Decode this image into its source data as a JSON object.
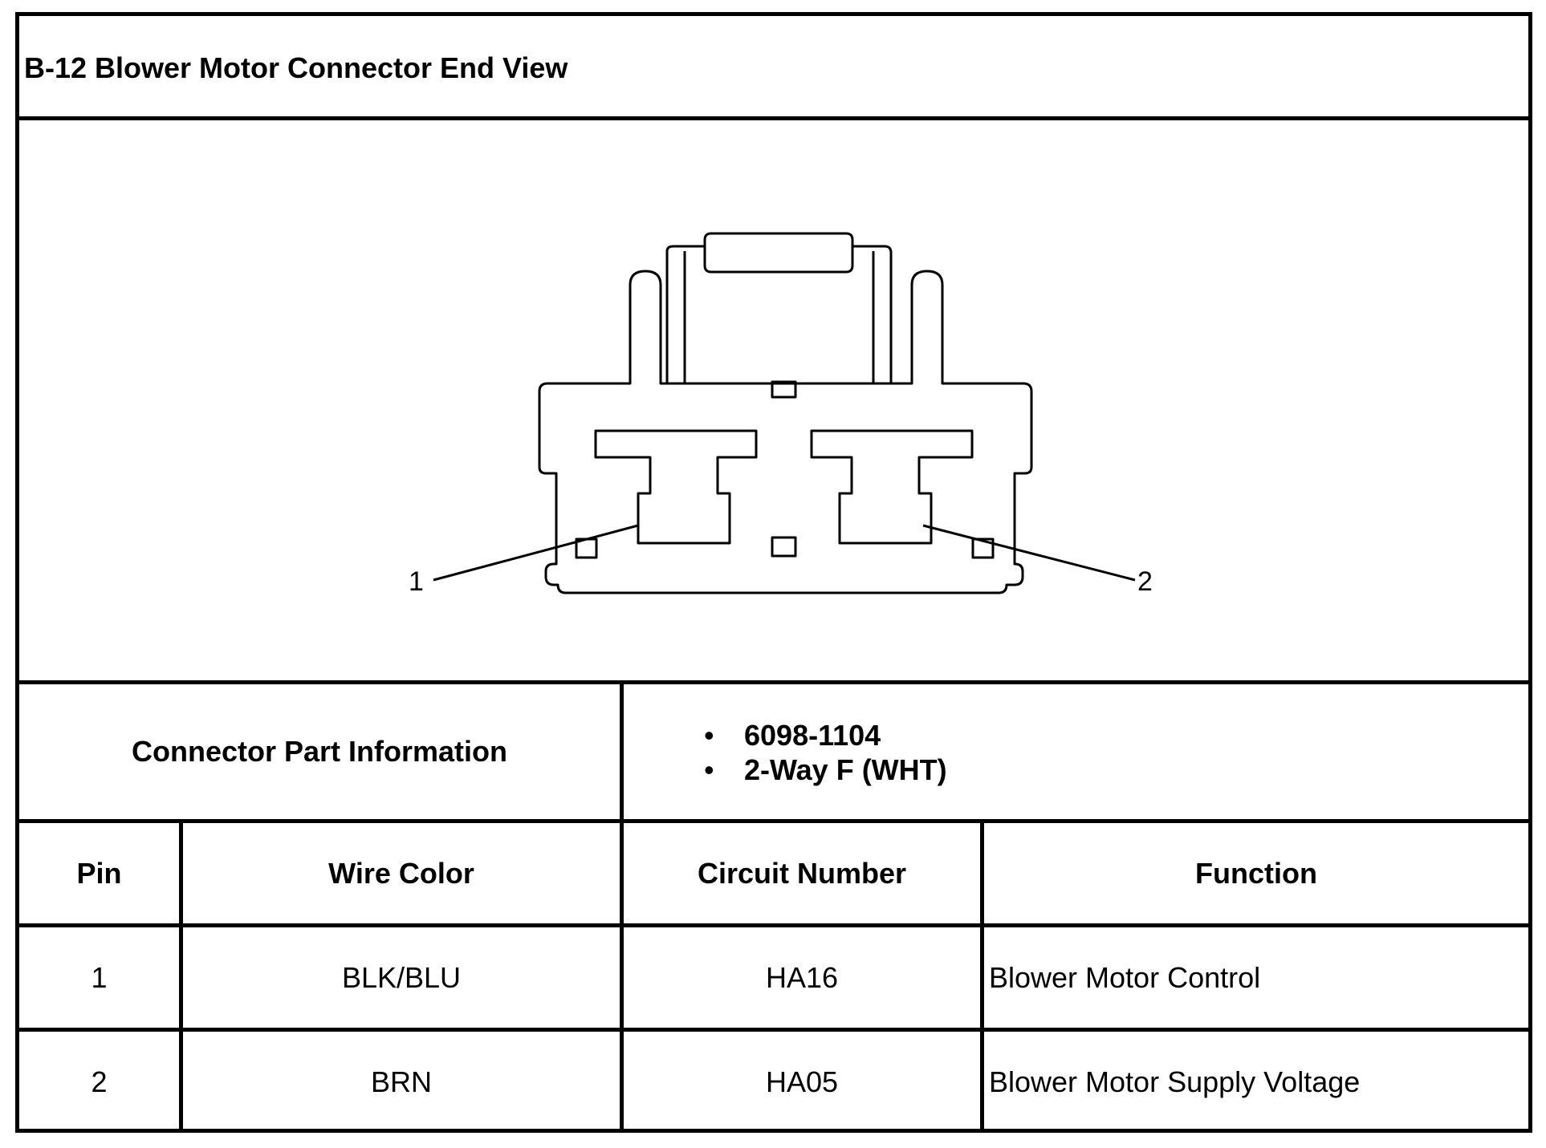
{
  "title": "B-12 Blower Motor Connector End View",
  "diagram": {
    "pin_labels": [
      "1",
      "2"
    ]
  },
  "connector_info": {
    "label": "Connector Part Information",
    "items": [
      "6098-1104",
      "2-Way F (WHT)"
    ],
    "bullet": "•"
  },
  "table": {
    "headers": {
      "pin": "Pin",
      "wire_color": "Wire Color",
      "circuit_number": "Circuit Number",
      "function": "Function"
    },
    "rows": [
      {
        "pin": "1",
        "wire_color": "BLK/BLU",
        "circuit_number": "HA16",
        "function": "Blower Motor Control"
      },
      {
        "pin": "2",
        "wire_color": "BRN",
        "circuit_number": "HA05",
        "function": "Blower Motor Supply Voltage"
      }
    ]
  }
}
